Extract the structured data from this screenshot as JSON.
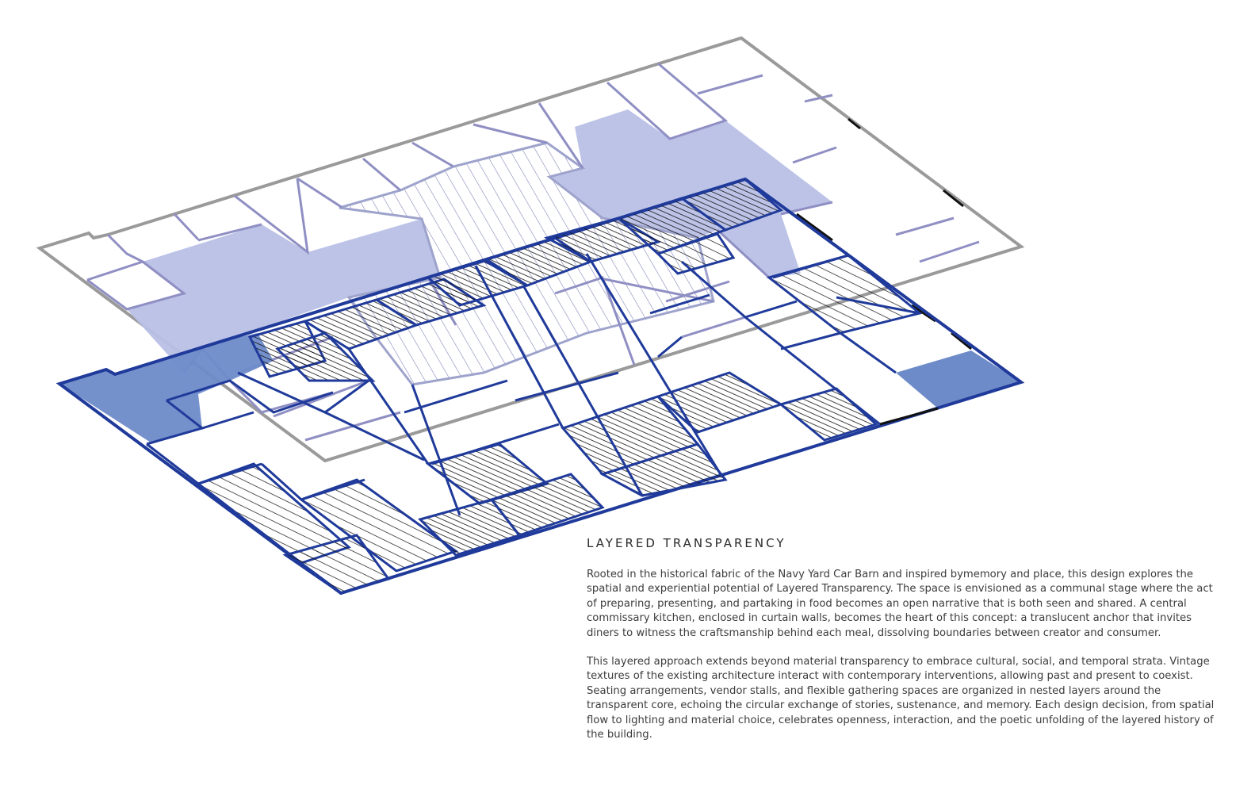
{
  "title": "LAYERED TRANSPARENCY",
  "paragraphs": [
    "Rooted in the historical fabric of the Navy Yard Car Barn and inspired bymemory and place, this design explores the spatial and experiential potential of Layered Transparency. The space is envisioned as a communal stage where the act of preparing, presenting, and partaking in food becomes an open narrative that is both seen and shared. A central commissary kitchen, enclosed in curtain walls, becomes the heart of this concept: a translucent anchor that invites diners to witness the craftsmanship behind each meal, dissolving boundaries between creator and consumer.",
    "This layered approach extends beyond material transparency to embrace cultural, social, and temporal strata. Vintage textures of the existing architecture interact with contemporary interventions, allowing past and present to coexist. Seating arrangements, vendor stalls, and flexible gathering spaces are organized in nested layers around the transparent core, echoing the circular exchange of stories, sustenance, and memory. Each design decision, from spatial flow to lighting and material choice, celebrates openness, interaction, and the poetic unfolding of the layered history of the building."
  ],
  "colors": {
    "upper_outline": "#9a9a9a",
    "upper_walls": "#8f8fc4",
    "upper_fill": "#b8c0e6",
    "lower_walls": "#1f3a9a",
    "lower_fill": "#6e8bc9",
    "hatch": "#111111"
  }
}
